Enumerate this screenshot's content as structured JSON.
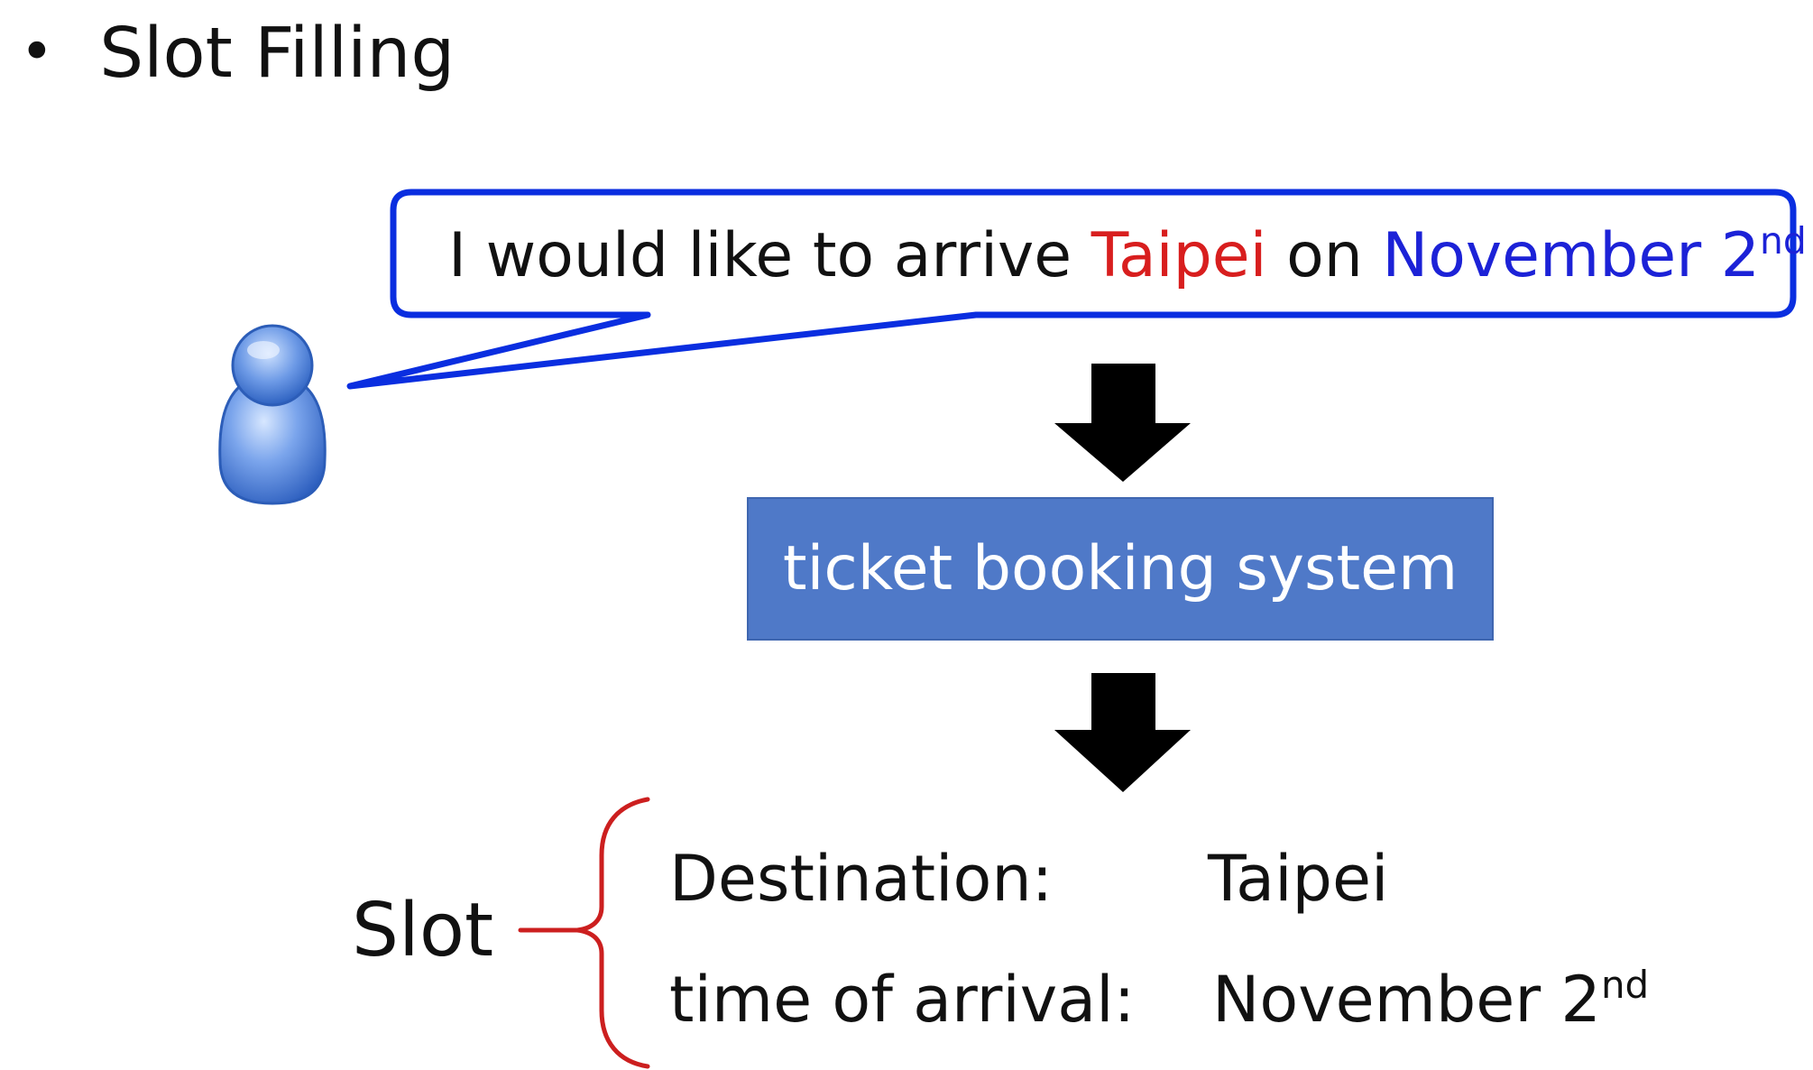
{
  "slide": {
    "bullet": "•",
    "title": "Slot Filling"
  },
  "speech": {
    "prefix": "I would like to arrive ",
    "destination": "Taipei",
    "middle": " on ",
    "date_main": "November 2",
    "date_suffix": "nd",
    "end": "."
  },
  "system": {
    "label": "ticket booking system"
  },
  "slot": {
    "label": "Slot",
    "rows": [
      {
        "key": "Destination:",
        "value": "Taipei",
        "value_suffix": ""
      },
      {
        "key": "time of arrival:",
        "value": "November 2",
        "value_suffix": "nd"
      }
    ]
  },
  "icons": {
    "user": "user-icon",
    "arrows": "down-arrow-icon",
    "brace": "curly-brace-icon"
  },
  "colors": {
    "speech_border": "#0a2ee0",
    "destination_text": "#d81e1e",
    "date_text": "#1c22d7",
    "system_fill": "#4f79c8",
    "brace": "#cc1f1f",
    "arrow": "#000000",
    "user_icon": "#4f83d6"
  }
}
